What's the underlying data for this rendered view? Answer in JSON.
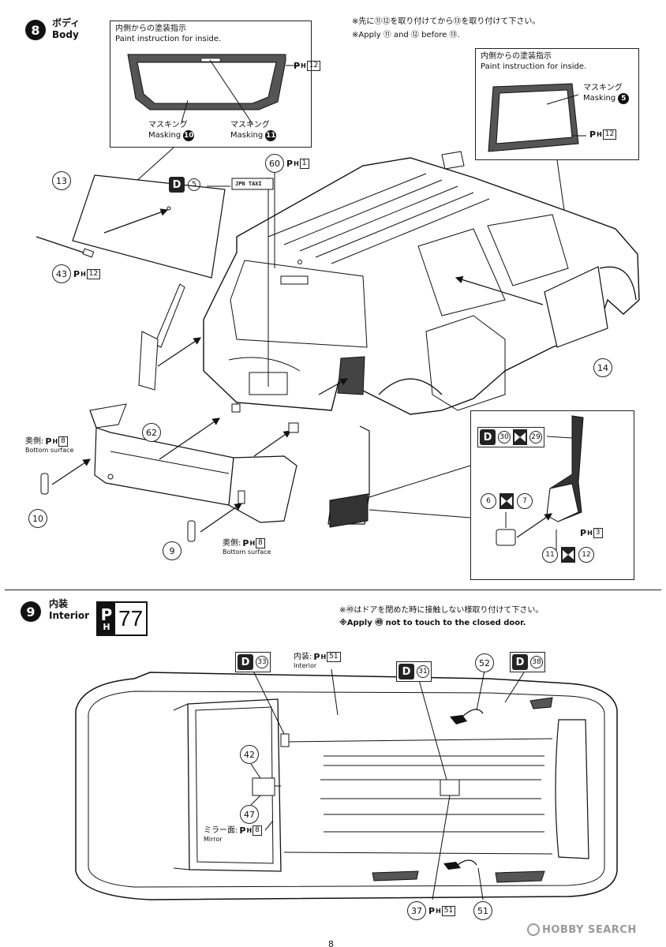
{
  "step8": {
    "number": "8",
    "title_jp": "ボディ",
    "title_en": "Body",
    "note_jp": "※先に⑪⑫を取り付けてから⑬を取り付けて下さい。",
    "note_en": "※Apply ⑪ and ⑫ before ⑬.",
    "inset_rear": {
      "heading_jp": "内側からの塗装指示",
      "heading_en": "Paint instruction for inside.",
      "ph_code": "12",
      "mask1_jp": "マスキング",
      "mask1_en": "Masking",
      "mask1_num": "10",
      "mask2_jp": "マスキング",
      "mask2_en": "Masking",
      "mask2_num": "11"
    },
    "inset_side": {
      "heading_jp": "内側からの塗装指示",
      "heading_en": "Paint instruction for inside.",
      "mask_jp": "マスキング",
      "mask_en": "Masking",
      "mask_num": "5",
      "ph_code": "12"
    },
    "parts": {
      "p13": "13",
      "p43": "43",
      "p43_ph": "12",
      "p60": "60",
      "p60_ph": "1",
      "decal_d": "D",
      "decal_num": "5",
      "decal_text": "JPN TAXI",
      "p14": "14",
      "p62": "62",
      "p10": "10",
      "p9": "9",
      "bottom1_jp": "奥側:",
      "bottom1_ph": "8",
      "bottom1_en": "Bottom surface",
      "bottom2_jp": "奥側:",
      "bottom2_ph": "8",
      "bottom2_en": "Bottom surface"
    },
    "inset_lamp": {
      "d": "D",
      "n30": "30",
      "n29": "29",
      "n6": "6",
      "n7": "7",
      "ph": "3",
      "n11": "11",
      "n12": "12"
    }
  },
  "step9": {
    "number": "9",
    "title_jp": "内装",
    "title_en": "Interior",
    "ph_big": "77",
    "note_jp": "※㊾はドアを閉めた時に接触しない様取り付けて下さい。",
    "note_en": "※Apply ㊾ not to touch to the closed door.",
    "parts": {
      "d33": "33",
      "interior_jp": "内装:",
      "interior_ph": "51",
      "interior_en": "Interior",
      "d31": "31",
      "p52": "52",
      "d38": "38",
      "p42": "42",
      "p47": "47",
      "mirror_jp": "ミラー面:",
      "mirror_ph": "8",
      "mirror_en": "Mirror",
      "p37": "37",
      "p37_ph": "51",
      "p51": "51",
      "d": "D"
    }
  },
  "footer": {
    "page_number": "8",
    "watermark": "HOBBY SEARCH"
  }
}
